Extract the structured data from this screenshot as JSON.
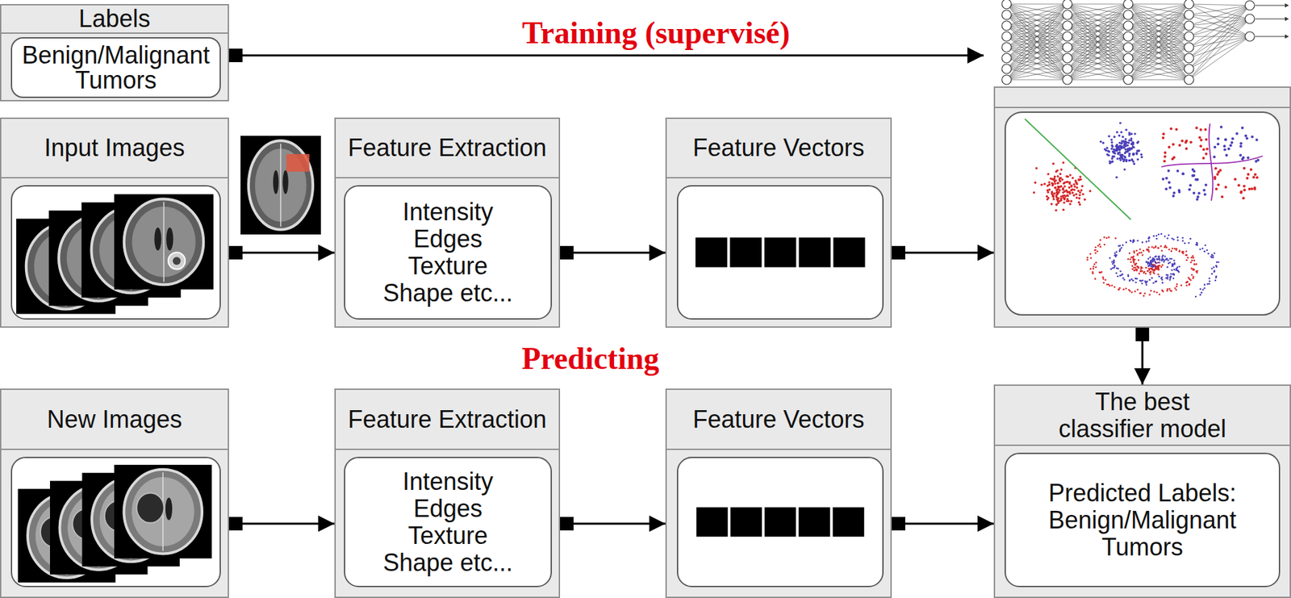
{
  "diagram": {
    "nodes": [
      {
        "text": [
          "Labels",
          "Benign/Malignant Tumors"
        ]
      },
      {
        "text": [
          "Input Images"
        ]
      },
      {
        "text": [
          "Feature Extraction",
          "Intensity Edges Texture Shape etc..."
        ]
      },
      {
        "text": [
          "Feature Vectors"
        ]
      },
      {
        "text": []
      },
      {
        "text": [
          "New Images"
        ]
      },
      {
        "text": [
          "Feature Extraction",
          "Intensity Edges Texture Shape etc..."
        ]
      },
      {
        "text": [
          "Feature Vectors"
        ]
      },
      {
        "text": [
          "The best classifier model",
          "Predicted Labels: Benign/Malignant Tumors"
        ]
      }
    ],
    "edges": [
      {
        "from": 1,
        "to": 2,
        "arrow": "to"
      },
      {
        "from": 2,
        "to": 3,
        "arrow": "to"
      },
      {
        "from": 3,
        "to": 4,
        "arrow": "to"
      },
      {
        "from": 4,
        "to": 8,
        "arrow": "to"
      },
      {
        "from": 5,
        "to": 6,
        "arrow": "to"
      },
      {
        "from": 6,
        "to": 7,
        "arrow": "to"
      },
      {
        "from": 7,
        "to": 8,
        "arrow": "to"
      }
    ],
    "labels": [
      "Training (supervisé)",
      "Predicting"
    ]
  }
}
